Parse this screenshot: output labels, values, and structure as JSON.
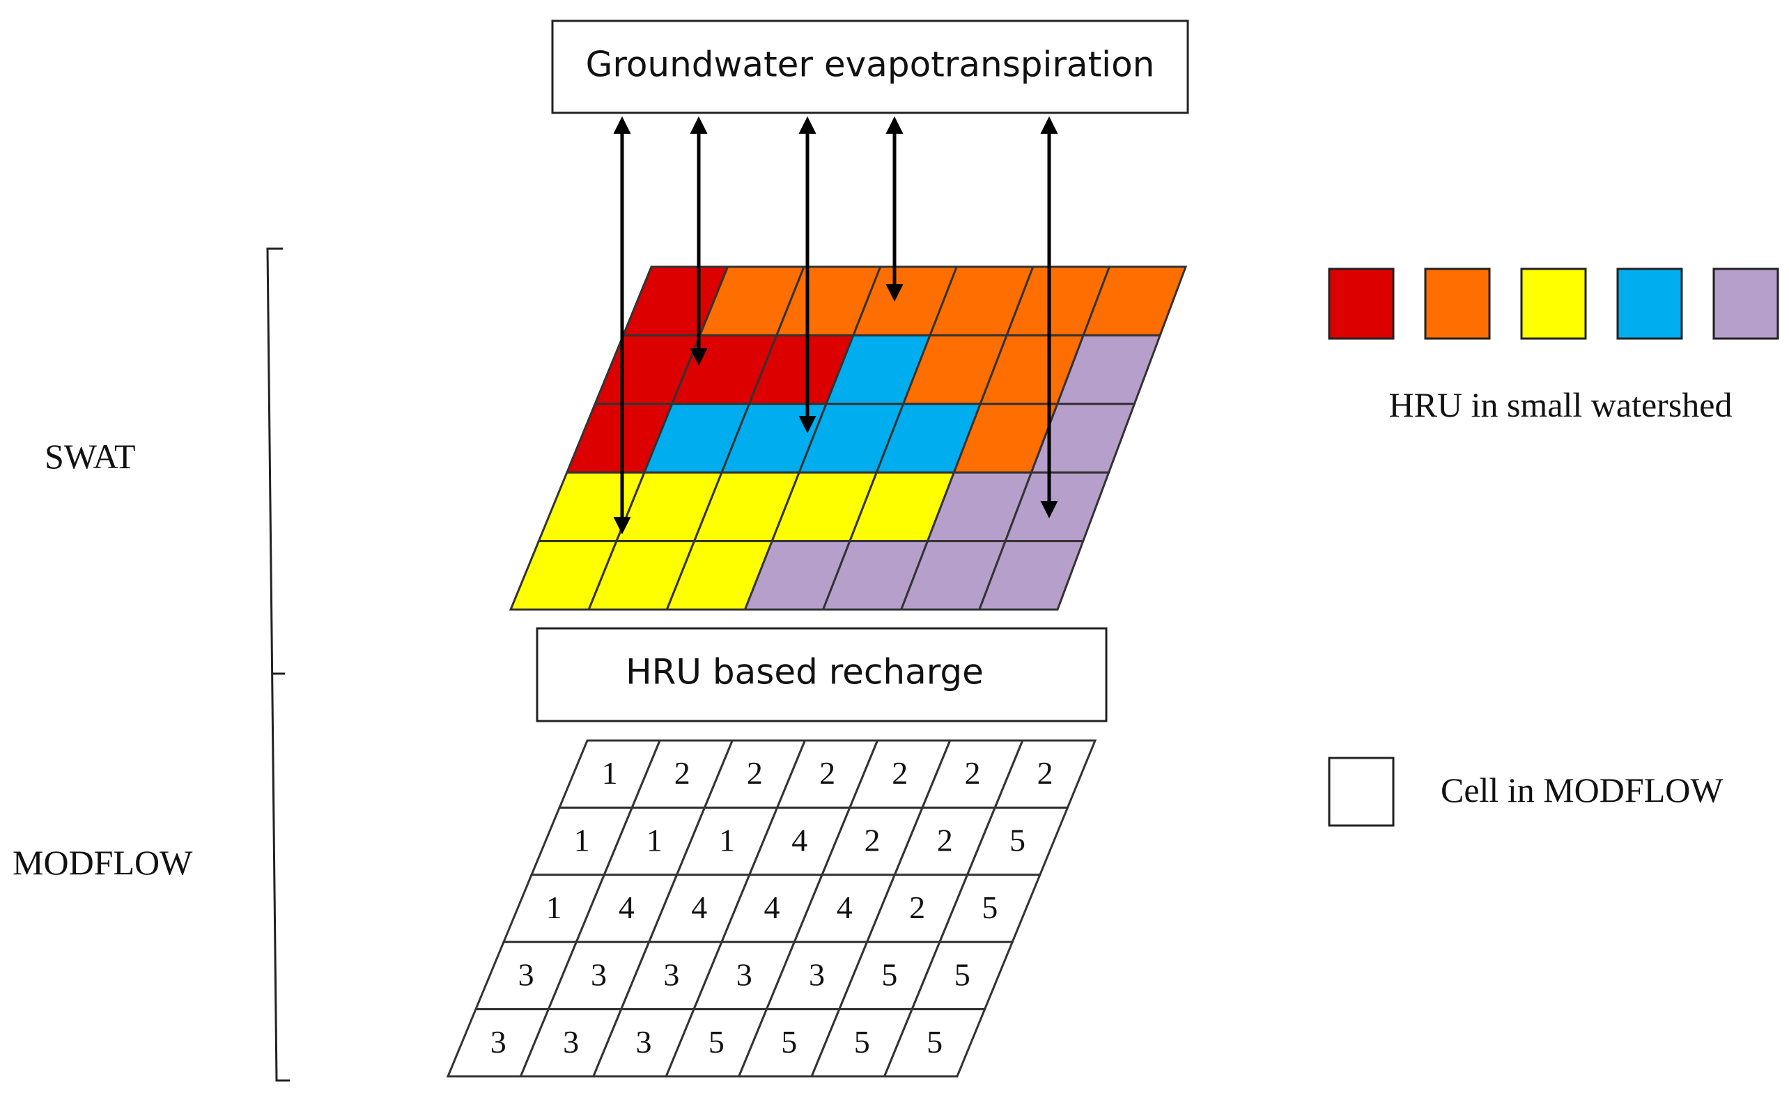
{
  "labels": {
    "evapotranspiration": "Groundwater evapotranspiration",
    "recharge": "HRU based recharge",
    "swat": "SWAT",
    "modflow": "MODFLOW",
    "hru_legend": "HRU in small watershed",
    "cell_legend": "Cell in MODFLOW"
  },
  "colors": {
    "red": "#dc0000",
    "orange": "#ff6e00",
    "yellow": "#ffff00",
    "blue": "#00adef",
    "purple": "#b79fcb",
    "cell": "#ffffff"
  },
  "hru_legend_colors": [
    "red",
    "orange",
    "yellow",
    "blue",
    "purple"
  ],
  "swat_grid": [
    [
      "red",
      "orange",
      "orange",
      "orange",
      "orange",
      "orange",
      "orange"
    ],
    [
      "red",
      "red",
      "red",
      "blue",
      "orange",
      "orange",
      "purple"
    ],
    [
      "red",
      "blue",
      "blue",
      "blue",
      "blue",
      "orange",
      "purple"
    ],
    [
      "yellow",
      "yellow",
      "yellow",
      "yellow",
      "yellow",
      "purple",
      "purple"
    ],
    [
      "yellow",
      "yellow",
      "yellow",
      "purple",
      "purple",
      "purple",
      "purple"
    ]
  ],
  "modflow_grid": [
    [
      "1",
      "2",
      "2",
      "2",
      "2",
      "2",
      "2"
    ],
    [
      "1",
      "1",
      "1",
      "4",
      "2",
      "2",
      "5"
    ],
    [
      "1",
      "4",
      "4",
      "4",
      "4",
      "2",
      "5"
    ],
    [
      "3",
      "3",
      "3",
      "3",
      "3",
      "5",
      "5"
    ],
    [
      "3",
      "3",
      "3",
      "5",
      "5",
      "5",
      "5"
    ]
  ],
  "arrow_icons": [
    "double-arrow-icon",
    "double-arrow-icon",
    "double-arrow-icon",
    "double-arrow-icon",
    "double-arrow-icon"
  ]
}
